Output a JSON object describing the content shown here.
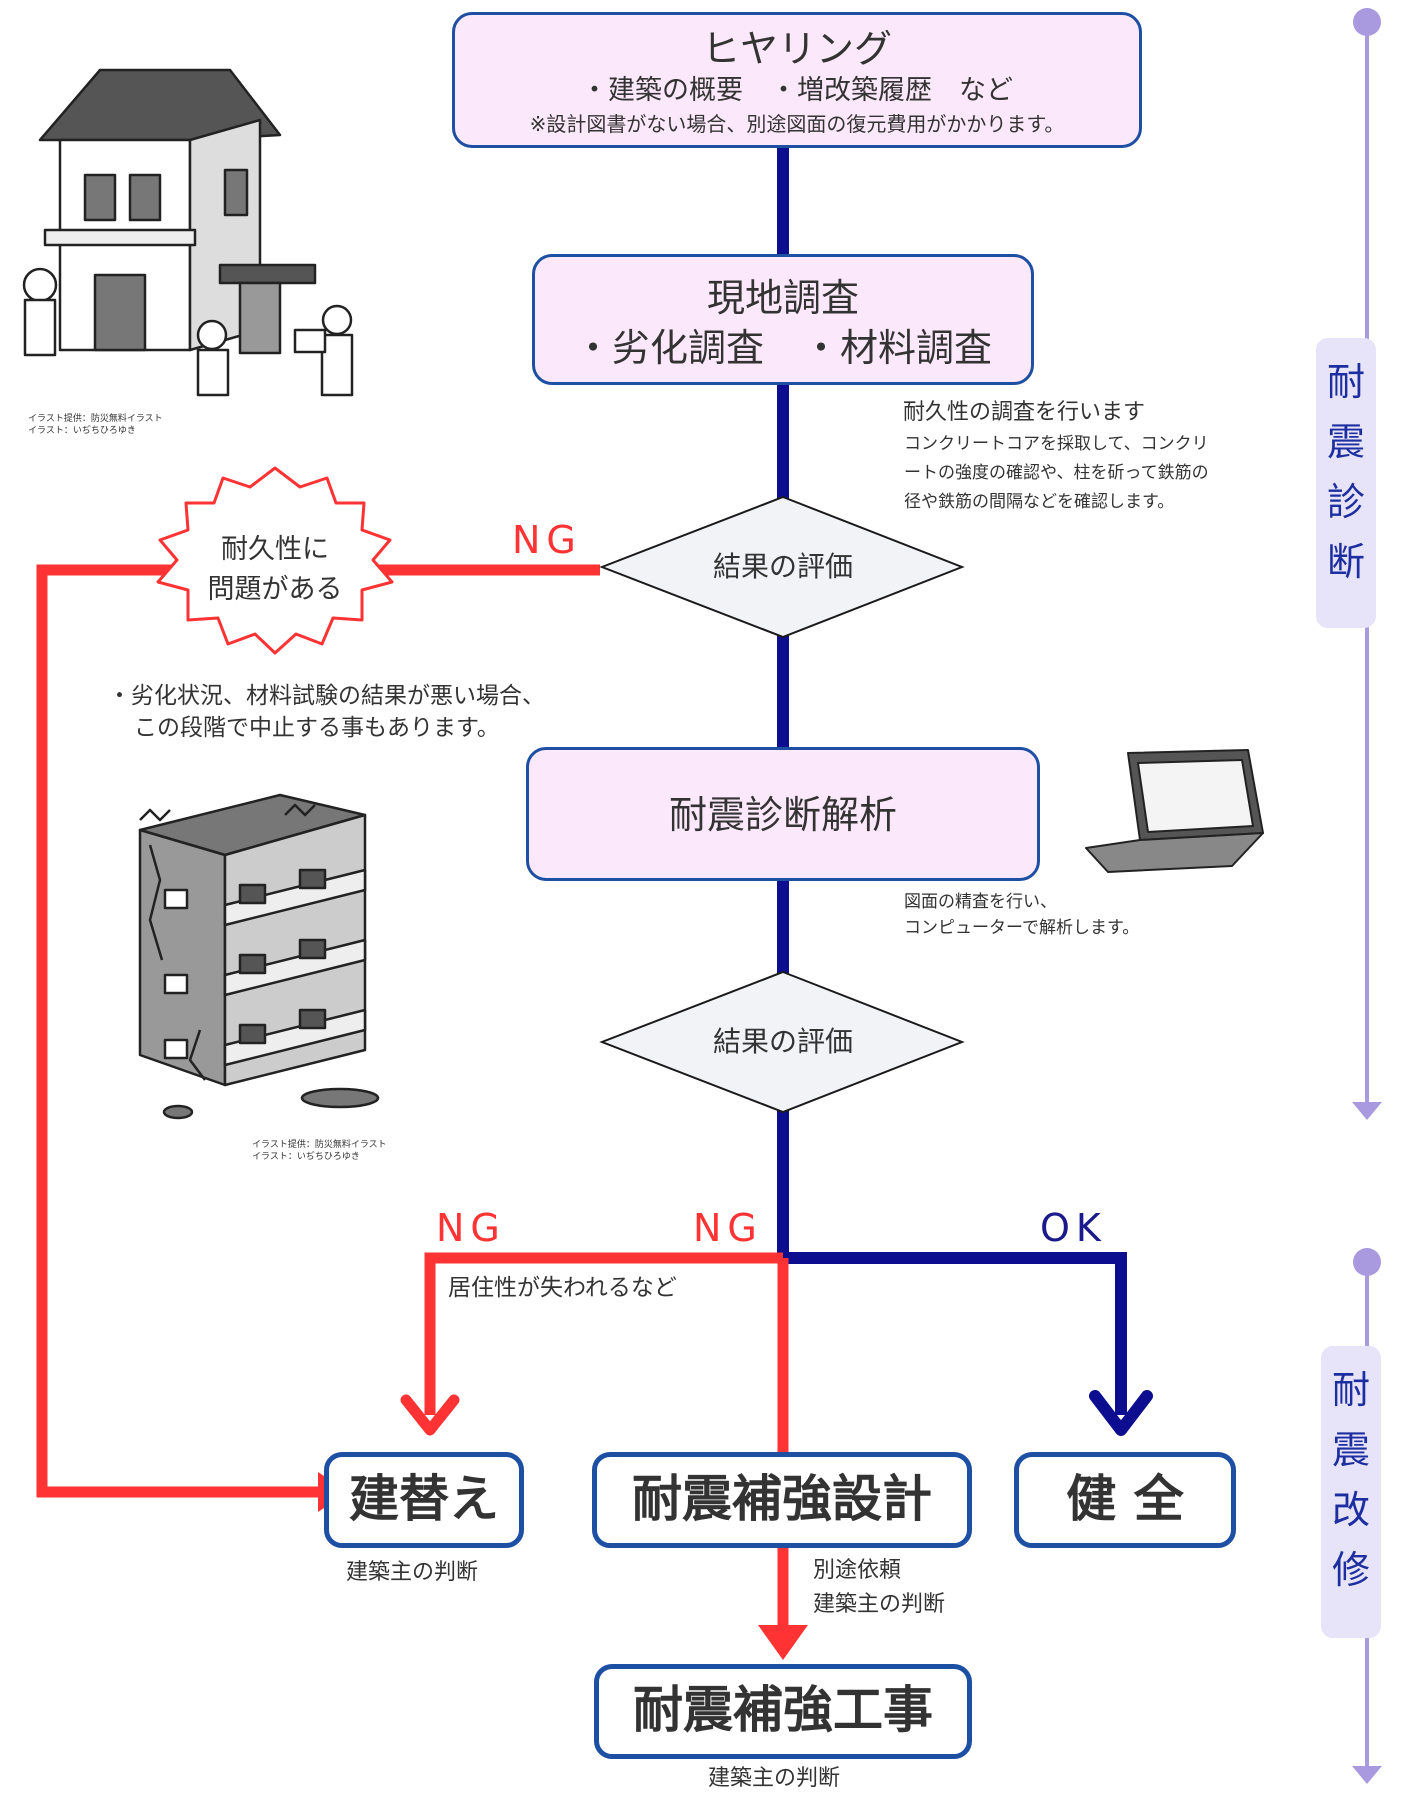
{
  "colors": {
    "main_line": "#0d0d8f",
    "ng_line": "#ff3333",
    "box_border": "#1d4fa3",
    "box_fill": "#fce8fb",
    "side_accent": "#a99ae0"
  },
  "step1": {
    "title": "ヒヤリング",
    "line1": "・建築の概要　・増改築履歴　など",
    "line2": "※設計図書がない場合、別途図面の復元費用がかかります。"
  },
  "step2": {
    "title": "現地調査",
    "line1": "・劣化調査　・材料調査"
  },
  "note2": {
    "heading": "耐久性の調査を行います",
    "line1": "コンクリートコアを採取して、コンクリ",
    "line2": "ートの強度の確認や、柱を斫って鉄筋の",
    "line3": "径や鉄筋の間隔などを確認します。"
  },
  "decision1": {
    "label": "結果の評価",
    "ng": "NG"
  },
  "burst": {
    "line1": "耐久性に",
    "line2": "問題がある"
  },
  "note_stop": {
    "line1": "・劣化状況、材料試験の結果が悪い場合、",
    "line2": "この段階で中止する事もあります。"
  },
  "step3": {
    "title": "耐震診断解析"
  },
  "note3": {
    "line1": "図面の精査を行い、",
    "line2": "コンピューターで解析します。"
  },
  "decision2": {
    "label": "結果の評価",
    "ng_left": "NG",
    "ng_center": "NG",
    "ok": "OK",
    "note": "居住性が失われるなど"
  },
  "outcomes": {
    "rebuild": {
      "label": "建替え",
      "note": "建築主の判断"
    },
    "design": {
      "label": "耐震補強設計",
      "note1": "別途依頼",
      "note2": "建築主の判断"
    },
    "sound": {
      "label": "健 全"
    },
    "work": {
      "label": "耐震補強工事",
      "note": "建築主の判断"
    }
  },
  "side": {
    "diagnosis": [
      "耐",
      "震",
      "診",
      "断"
    ],
    "retrofit": [
      "耐",
      "震",
      "改",
      "修"
    ]
  },
  "credits": {
    "house_line1": "イラスト提供：防災無料イラスト",
    "house_line2": "イラスト：いぢちひろゆき",
    "building_line1": "イラスト提供：防災無料イラスト",
    "building_line2": "イラスト：いぢちひろゆき"
  }
}
